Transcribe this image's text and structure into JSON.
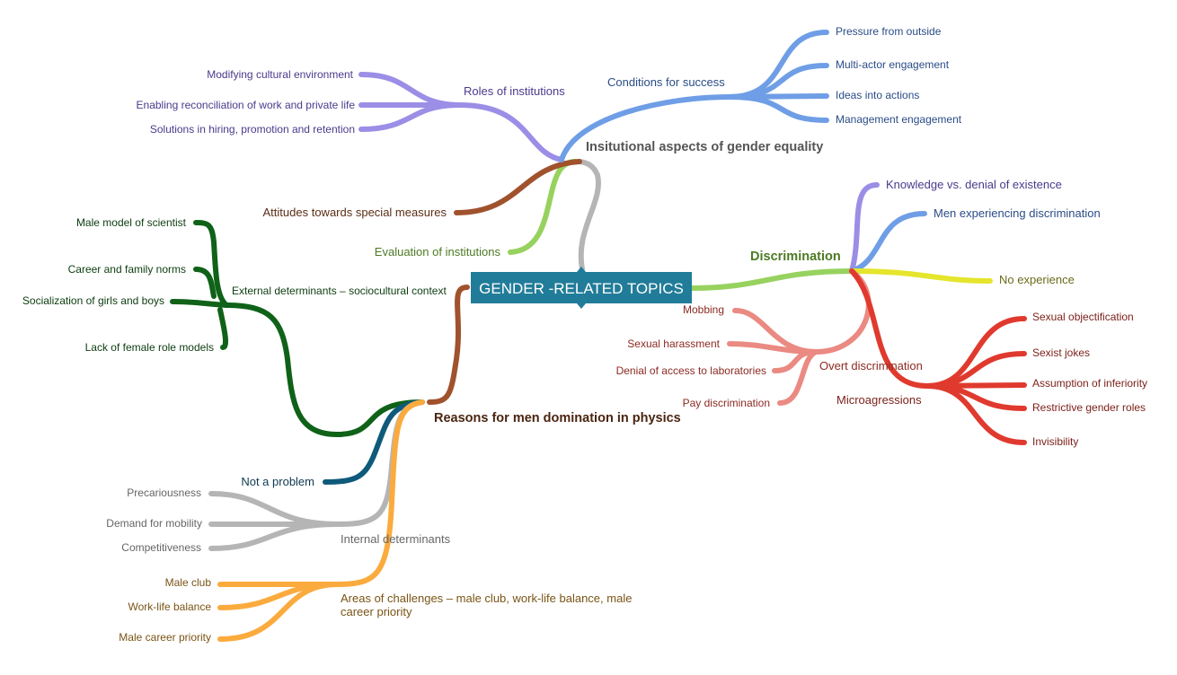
{
  "root": {
    "text": "GENDER -RELATED TOPICS",
    "color": "#217c99"
  },
  "branches": {
    "institutional": {
      "label": "Insitutional aspects of gender equality",
      "color": "#555555",
      "roles": {
        "label": "Roles of institutions",
        "color": "#9b8ee6",
        "items": [
          "Modifying cultural environment",
          "Enabling reconciliation of work and private life",
          "Solutions in hiring, promotion and retention"
        ]
      },
      "conditions": {
        "label": "Conditions for success",
        "color": "#6f9ee6",
        "items": [
          "Pressure from outside",
          "Multi-actor engagement",
          "Ideas into actions",
          "Management engagement"
        ]
      },
      "attitudes": {
        "label": "Attitudes towards special measures",
        "color": "#a0522d"
      },
      "evaluation": {
        "label": "Evaluation of institutions",
        "color": "#97d25f"
      }
    },
    "discrimination": {
      "label": "Discrimination",
      "color": "#97d25f",
      "knowledge": {
        "label": "Knowledge vs. denial of existence",
        "color": "#9b8ee6"
      },
      "men_experiencing": {
        "label": "Men experiencing discrimination",
        "color": "#6f9ee6"
      },
      "no_experience": {
        "label": "No experience",
        "color": "#e5e52d"
      },
      "overt": {
        "label": "Overt discrimination",
        "color": "#ea8a82",
        "items": [
          "Mobbing",
          "Sexual harassment",
          "Denial of access to laboratories",
          "Pay discrimination"
        ]
      },
      "micro": {
        "label": "Microagressions",
        "color": "#e03a2e",
        "items": [
          "Sexual objectification",
          "Sexist jokes",
          "Assumption of inferiority",
          "Restrictive gender roles",
          "Invisibility"
        ]
      }
    },
    "reasons": {
      "label": "Reasons for men domination in physics",
      "color": "#a0522d",
      "external": {
        "label": "External determinants – sociocultural context",
        "color": "#0f6218",
        "items": [
          "Male model of scientist",
          "Career and family norms",
          "Socialization of girls and boys",
          "Lack of female role models"
        ]
      },
      "not_problem": {
        "label": "Not a problem",
        "color": "#0f5a7a"
      },
      "internal": {
        "label": "Internal determinants",
        "color": "#b5b5b5",
        "items": [
          "Precariousness",
          "Demand for mobility",
          "Competitiveness"
        ]
      },
      "areas": {
        "label_line1": "Areas of challenges – male club, work-life balance, male",
        "label_line2": "career priority",
        "color": "#fbab3e",
        "items": [
          "Male club",
          "Work-life balance",
          "Male career priority"
        ]
      }
    }
  }
}
